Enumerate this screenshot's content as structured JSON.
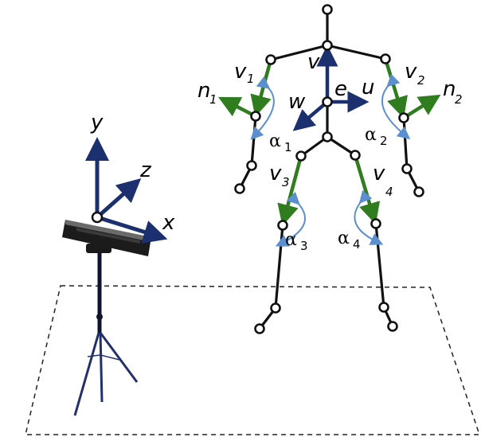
{
  "labels": {
    "v": "v",
    "u": "u",
    "w": "w",
    "e": "e",
    "v1": "v",
    "v1_sub": "1",
    "v2": "v",
    "v2_sub": "2",
    "v3": "v",
    "v3_sub": "3",
    "v4": "v",
    "v4_sub": "4",
    "n1": "n",
    "n1_sub": "1",
    "n2": "n",
    "n2_sub": "2",
    "a1": "α",
    "a1_sub": "1",
    "a2": "α",
    "a2_sub": "2",
    "a3": "α",
    "a3_sub": "3",
    "a4": "α",
    "a4_sub": "4"
  },
  "axes": {
    "x": "x",
    "y": "y",
    "z": "z"
  },
  "colors": {
    "limb_vector": "#2f7d1f",
    "frame_vector": "#1c2f6e",
    "angle_arc": "#5b8fd0"
  }
}
